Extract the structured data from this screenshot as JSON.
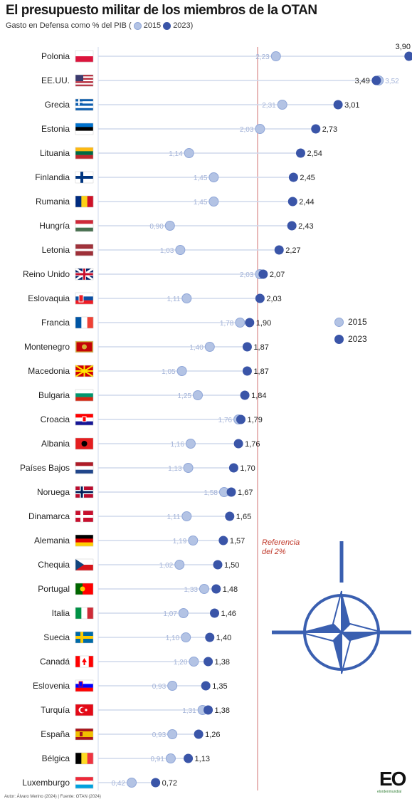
{
  "header": {
    "title": "El presupuesto militar de los miembros de la OTAN",
    "subtitle_prefix": "Gasto en Defensa como % del PIB (",
    "subtitle_2015": "2015",
    "subtitle_2023": "2023)"
  },
  "legend": {
    "label_2015": "2015",
    "label_2023": "2023"
  },
  "reference": {
    "line1": "Referencia",
    "line2": "del 2%"
  },
  "footer": {
    "text": "Autor: Álvaro Merino (2024) | Fuente: OTAN (2024)"
  },
  "logo": {
    "text": "EO",
    "sub": "elordenmundial"
  },
  "colors": {
    "c2015": "#b3c3e4",
    "c2015_stroke": "#8fa6d8",
    "c2023": "#3a55a8",
    "connector": "#cfd8ec",
    "reference": "#d98a8a",
    "label2015": "#a3b3d8",
    "label2023": "#222222"
  },
  "chart_data": {
    "type": "dumbbell",
    "title": "El presupuesto militar de los miembros de la OTAN",
    "subtitle": "Gasto en Defensa como % del PIB",
    "reference_value": 2,
    "series": [
      {
        "name": "2015"
      },
      {
        "name": "2023"
      }
    ],
    "rows": [
      {
        "country": "Polonia",
        "v2015": 2.23,
        "v2023": 3.9,
        "l2015": "2,23",
        "l2023": "3,90"
      },
      {
        "country": "EE.UU.",
        "v2015": 3.52,
        "v2023": 3.49,
        "l2015": "3,52",
        "l2023": "3,49"
      },
      {
        "country": "Grecia",
        "v2015": 2.31,
        "v2023": 3.01,
        "l2015": "2,31",
        "l2023": "3,01"
      },
      {
        "country": "Estonia",
        "v2015": 2.03,
        "v2023": 2.73,
        "l2015": "2,03",
        "l2023": "2,73"
      },
      {
        "country": "Lituania",
        "v2015": 1.14,
        "v2023": 2.54,
        "l2015": "1,14",
        "l2023": "2,54"
      },
      {
        "country": "Finlandia",
        "v2015": 1.45,
        "v2023": 2.45,
        "l2015": "1,45",
        "l2023": "2,45"
      },
      {
        "country": "Rumania",
        "v2015": 1.45,
        "v2023": 2.44,
        "l2015": "1,45",
        "l2023": "2,44"
      },
      {
        "country": "Hungría",
        "v2015": 0.9,
        "v2023": 2.43,
        "l2015": "0,90",
        "l2023": "2,43"
      },
      {
        "country": "Letonia",
        "v2015": 1.03,
        "v2023": 2.27,
        "l2015": "1,03",
        "l2023": "2,27"
      },
      {
        "country": "Reino Unido",
        "v2015": 2.03,
        "v2023": 2.07,
        "l2015": "2,03",
        "l2023": "2,07"
      },
      {
        "country": "Eslovaquia",
        "v2015": 1.11,
        "v2023": 2.03,
        "l2015": "1,11",
        "l2023": "2,03"
      },
      {
        "country": "Francia",
        "v2015": 1.78,
        "v2023": 1.9,
        "l2015": "1,78",
        "l2023": "1,90"
      },
      {
        "country": "Montenegro",
        "v2015": 1.4,
        "v2023": 1.87,
        "l2015": "1,40",
        "l2023": "1,87"
      },
      {
        "country": "Macedonia",
        "v2015": 1.05,
        "v2023": 1.87,
        "l2015": "1,05",
        "l2023": "1,87"
      },
      {
        "country": "Bulgaria",
        "v2015": 1.25,
        "v2023": 1.84,
        "l2015": "1,25",
        "l2023": "1,84"
      },
      {
        "country": "Croacia",
        "v2015": 1.76,
        "v2023": 1.79,
        "l2015": "1,76",
        "l2023": "1,79"
      },
      {
        "country": "Albania",
        "v2015": 1.16,
        "v2023": 1.76,
        "l2015": "1,16",
        "l2023": "1,76"
      },
      {
        "country": "Países Bajos",
        "v2015": 1.13,
        "v2023": 1.7,
        "l2015": "1,13",
        "l2023": "1,70"
      },
      {
        "country": "Noruega",
        "v2015": 1.58,
        "v2023": 1.67,
        "l2015": "1,58",
        "l2023": "1,67"
      },
      {
        "country": "Dinamarca",
        "v2015": 1.11,
        "v2023": 1.65,
        "l2015": "1,11",
        "l2023": "1,65"
      },
      {
        "country": "Alemania",
        "v2015": 1.19,
        "v2023": 1.57,
        "l2015": "1,19",
        "l2023": "1,57"
      },
      {
        "country": "Chequia",
        "v2015": 1.02,
        "v2023": 1.5,
        "l2015": "1,02",
        "l2023": "1,50"
      },
      {
        "country": "Portugal",
        "v2015": 1.33,
        "v2023": 1.48,
        "l2015": "1,33",
        "l2023": "1,48"
      },
      {
        "country": "Italia",
        "v2015": 1.07,
        "v2023": 1.46,
        "l2015": "1,07",
        "l2023": "1,46"
      },
      {
        "country": "Suecia",
        "v2015": 1.1,
        "v2023": 1.4,
        "l2015": "1,10",
        "l2023": "1,40"
      },
      {
        "country": "Canadá",
        "v2015": 1.2,
        "v2023": 1.38,
        "l2015": "1,20",
        "l2023": "1,38"
      },
      {
        "country": "Eslovenia",
        "v2015": 0.93,
        "v2023": 1.35,
        "l2015": "0,93",
        "l2023": "1,35"
      },
      {
        "country": "Turquía",
        "v2015": 1.31,
        "v2023": 1.38,
        "l2015": "1,31",
        "l2023": "1,38"
      },
      {
        "country": "España",
        "v2015": 0.93,
        "v2023": 1.26,
        "l2015": "0,93",
        "l2023": "1,26"
      },
      {
        "country": "Bélgica",
        "v2015": 0.91,
        "v2023": 1.13,
        "l2015": "0,91",
        "l2023": "1,13"
      },
      {
        "country": "Luxemburgo",
        "v2015": 0.42,
        "v2023": 0.72,
        "l2015": "0,42",
        "l2023": "0,72"
      }
    ]
  }
}
